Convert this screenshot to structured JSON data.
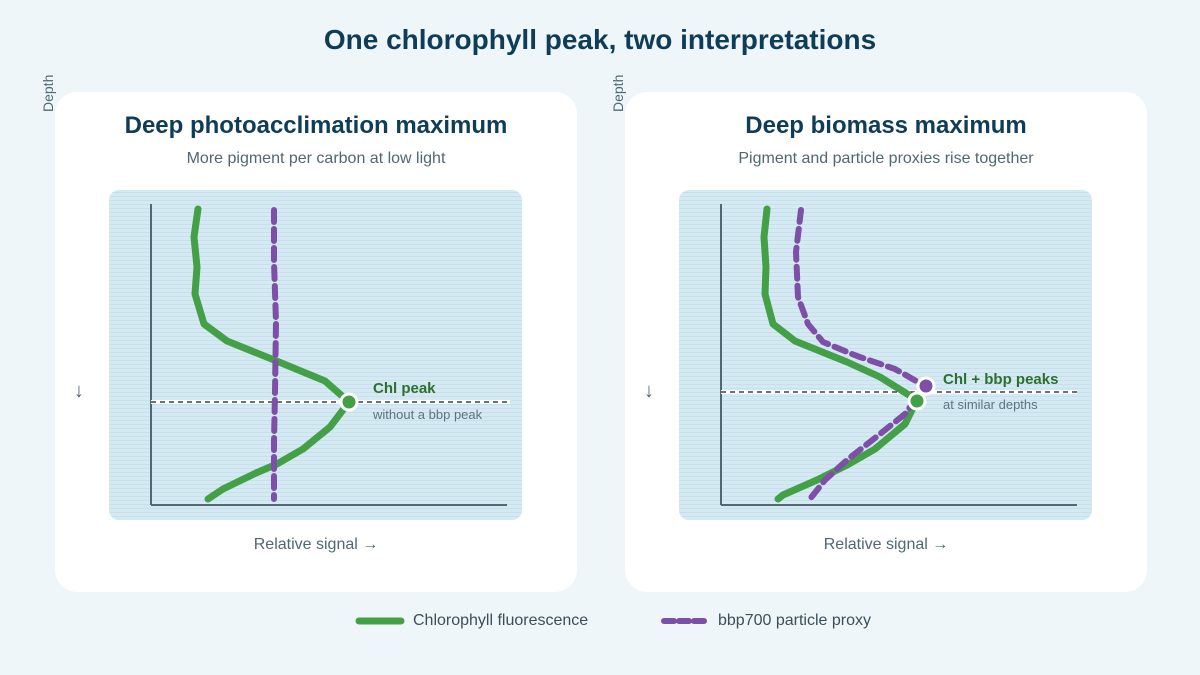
{
  "title": "One chlorophyll peak, two interpretations",
  "colors": {
    "chl": "#43a047",
    "bbp": "#7d4fa6",
    "plot_bg": "#d4e9f2",
    "panel_bg": "#ffffff",
    "title": "#0f3d57"
  },
  "panels": [
    {
      "title": "Deep photoacclimation maximum",
      "subtitle": "More pigment per carbon at low light",
      "x_label": "Relative signal →",
      "y_label": "Depth",
      "depth_arrow": "↓",
      "annotation": {
        "main": "Chl peak",
        "sub": "without a bbp peak"
      }
    },
    {
      "title": "Deep biomass maximum",
      "subtitle": "Pigment and particle proxies rise together",
      "x_label": "Relative signal →",
      "y_label": "Depth",
      "depth_arrow": "↓",
      "annotation": {
        "main": "Chl + bbp peaks",
        "sub": "at similar depths"
      }
    }
  ],
  "legend": [
    {
      "label": "Chlorophyll fluorescence",
      "icon": "solid-green-line"
    },
    {
      "label": "bbp700 particle proxy",
      "icon": "dashed-purple-line"
    }
  ]
}
